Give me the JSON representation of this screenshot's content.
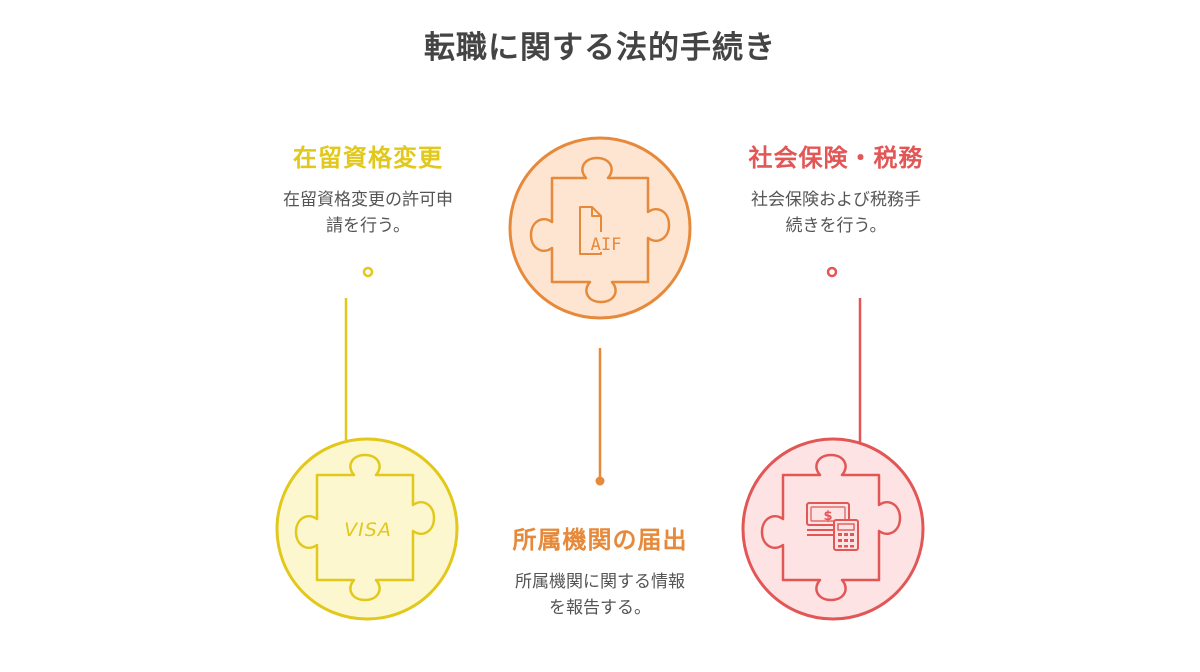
{
  "title": "転職に関する法的手続き",
  "colors": {
    "yellow": "#e2c81a",
    "yellow_fill": "#fdf7d0",
    "orange": "#e6893a",
    "orange_fill": "#fde5d2",
    "red": "#e25656",
    "red_fill": "#fde3e3"
  },
  "steps": [
    {
      "heading": "在留資格変更",
      "desc_lines": [
        "在留資格変更の許可申",
        "請を行う。"
      ],
      "icon": "visa-card-icon",
      "icon_text": "VISA"
    },
    {
      "heading": "所属機関の届出",
      "desc_lines": [
        "所属機関に関する情報",
        "を報告する。"
      ],
      "icon": "document-icon",
      "icon_text": "AIF"
    },
    {
      "heading": "社会保険・税務",
      "desc_lines": [
        "社会保険および税務手",
        "続きを行う。"
      ],
      "icon": "money-calculator-icon",
      "icon_text": "$"
    }
  ]
}
